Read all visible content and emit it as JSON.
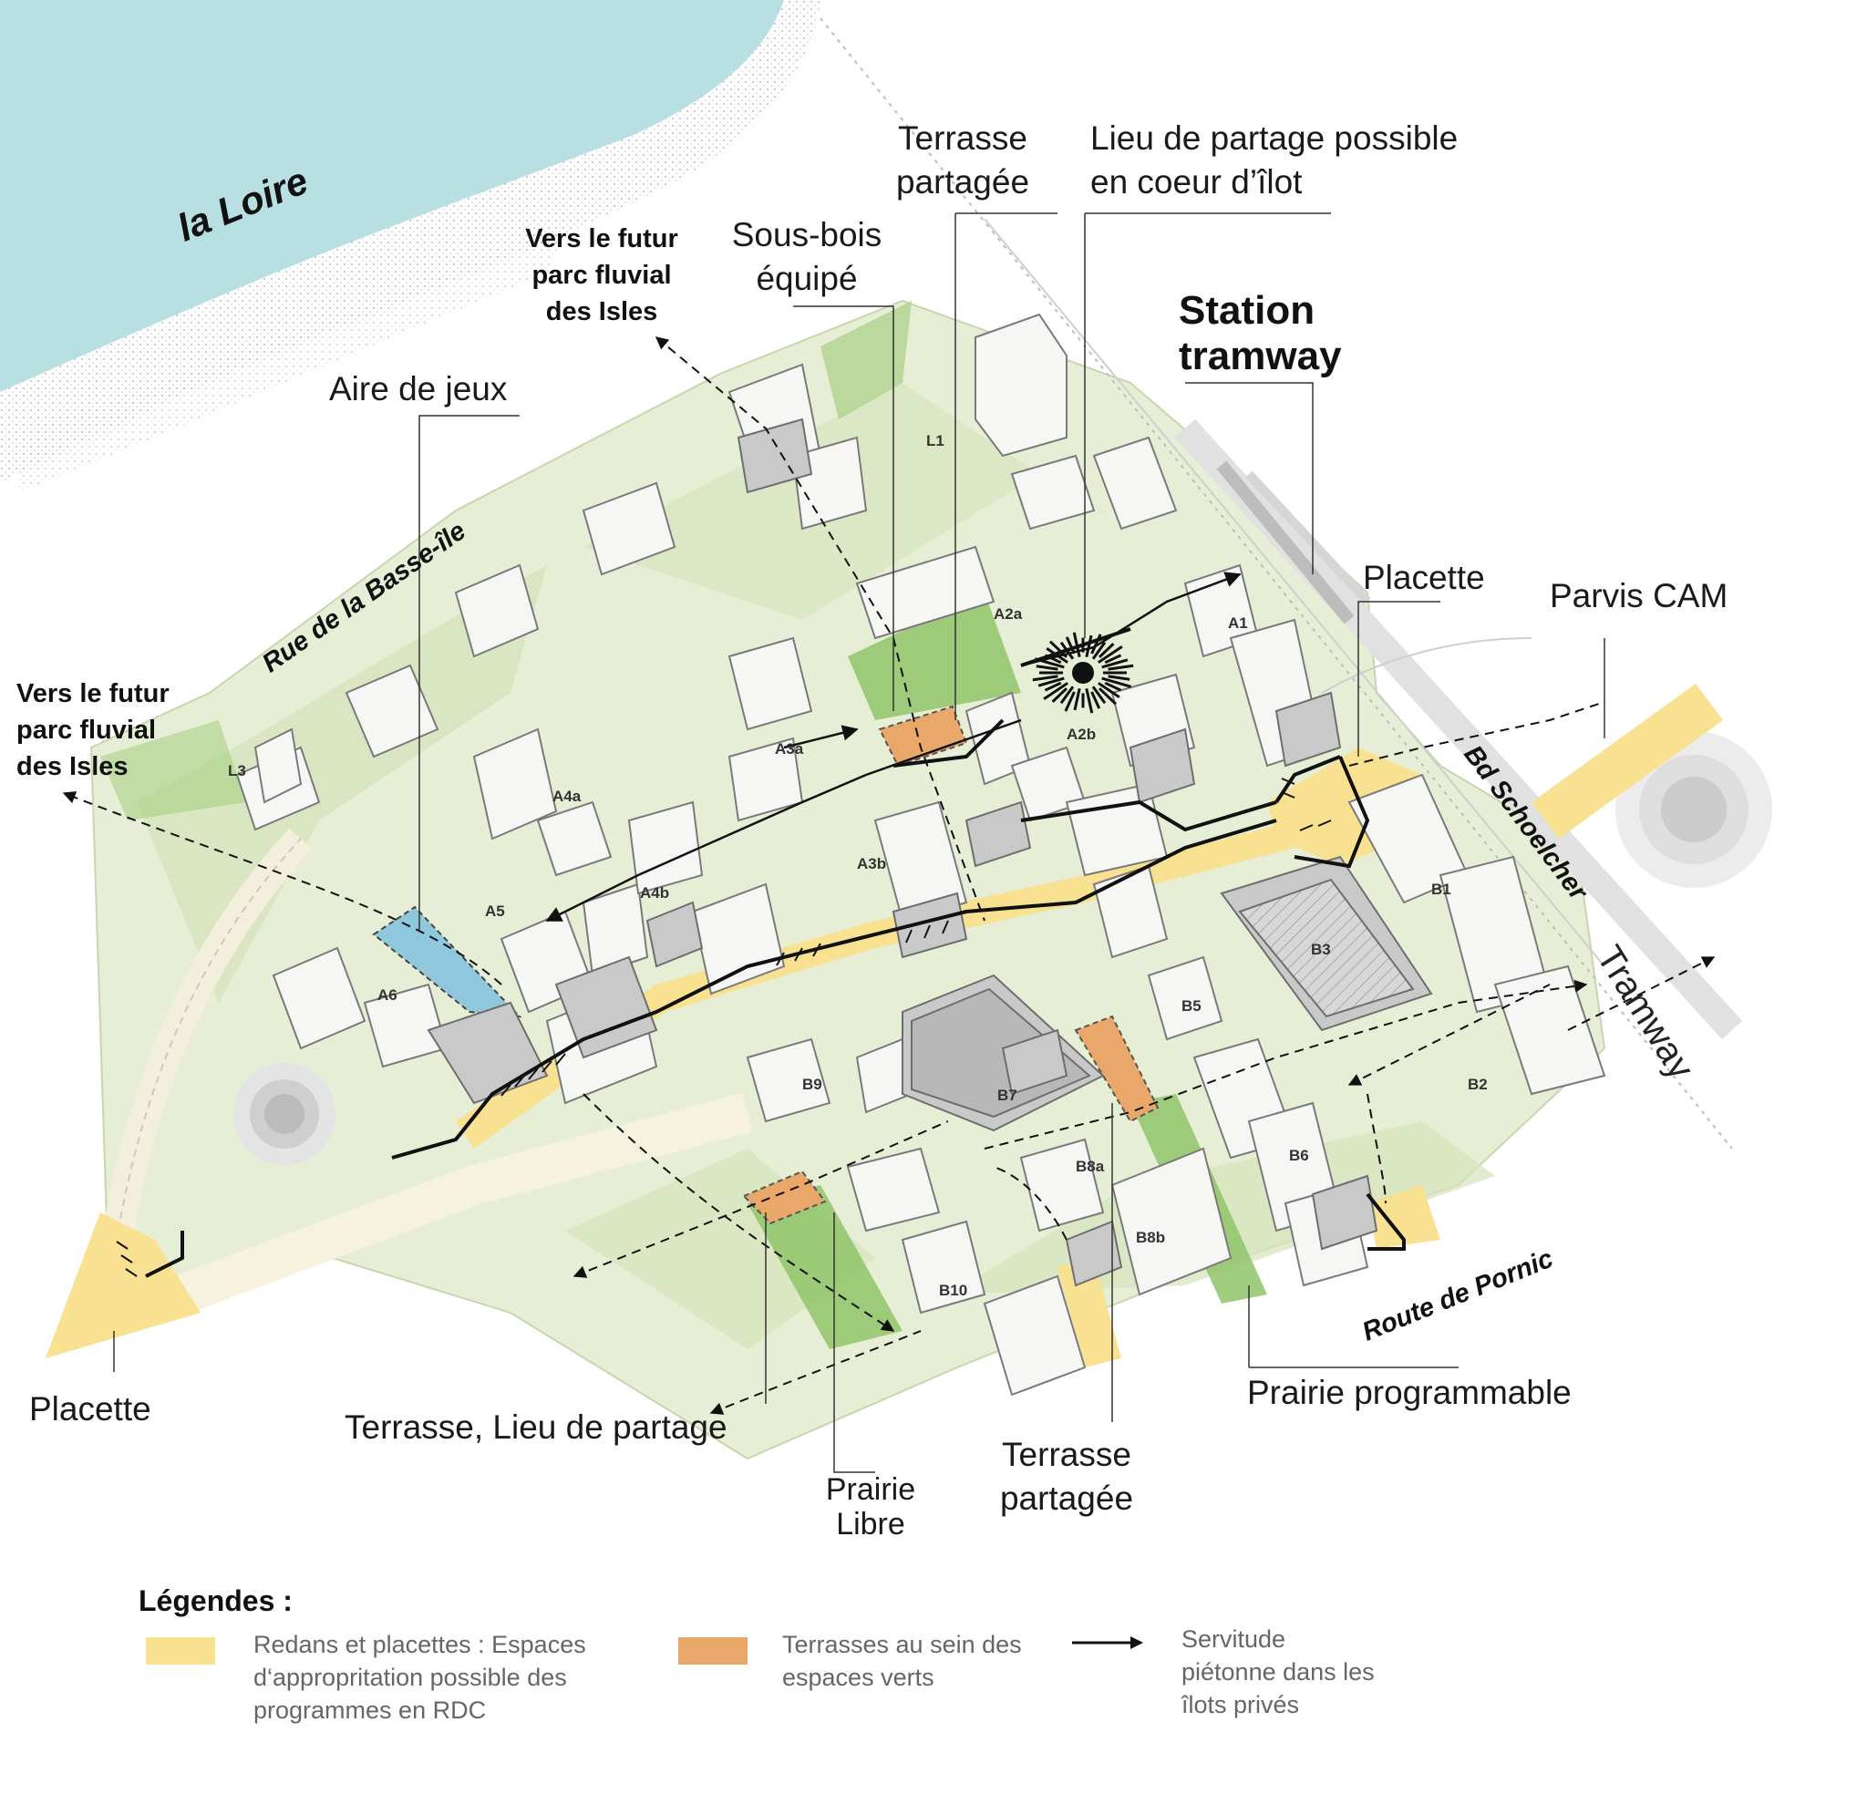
{
  "colors": {
    "loire": "#b8e0e2",
    "green_light": "#e3edcf",
    "green_mid": "#cfdfb3",
    "prairie": "#8fc46a",
    "placette": "#f8e190",
    "terrasse": "#e9a86a",
    "play": "#8fc8dd",
    "building": "#f6f6f4",
    "building_dark": "#bdbdbd"
  },
  "river": {
    "label": "la Loire"
  },
  "streets": {
    "basse_ile": "Rue de la Basse-île",
    "schoelcher": "Bd Schoelcher",
    "pornic": "Route de Pornic",
    "tramway": "Tramway"
  },
  "callouts": {
    "terrasse_top": [
      "Terrasse",
      "partagée"
    ],
    "lieu_partage": [
      "Lieu de partage possible",
      "en coeur d’îlot"
    ],
    "sous_bois": [
      "Sous-bois",
      "équipé"
    ],
    "vers_futur_top": [
      "Vers le futur",
      "parc fluvial",
      "des Isles"
    ],
    "station": [
      "Station",
      "tramway"
    ],
    "aire_jeux": "Aire de jeux",
    "vers_futur_left": [
      "Vers le futur",
      "parc fluvial",
      "des Isles"
    ],
    "placette_right": "Placette",
    "parvis": "Parvis CAM",
    "placette_left": "Placette",
    "terrasse_lieu": "Terrasse, Lieu de partage",
    "prairie_libre": [
      "Prairie",
      "Libre"
    ],
    "terrasse_bottom": [
      "Terrasse",
      "partagée"
    ],
    "prairie_prog": "Prairie programmable"
  },
  "plots": [
    "L1",
    "L3",
    "A1",
    "A2a",
    "A2b",
    "A3a",
    "A3b",
    "A4a",
    "A4b",
    "A5",
    "A6",
    "B1",
    "B2",
    "B3",
    "B5",
    "B6",
    "B7",
    "B8a",
    "B8b",
    "B9",
    "B10"
  ],
  "legend": {
    "title": "Légendes :",
    "items": [
      {
        "swatch": "placette",
        "text": "Redans et placettes : Espaces d‘appropritation possible des programmes en RDC"
      },
      {
        "swatch": "terrasse",
        "text": "Terrasses au sein des espaces verts"
      },
      {
        "swatch": "arrow",
        "text": "Servitude piétonne dans les îlots privés"
      }
    ]
  }
}
